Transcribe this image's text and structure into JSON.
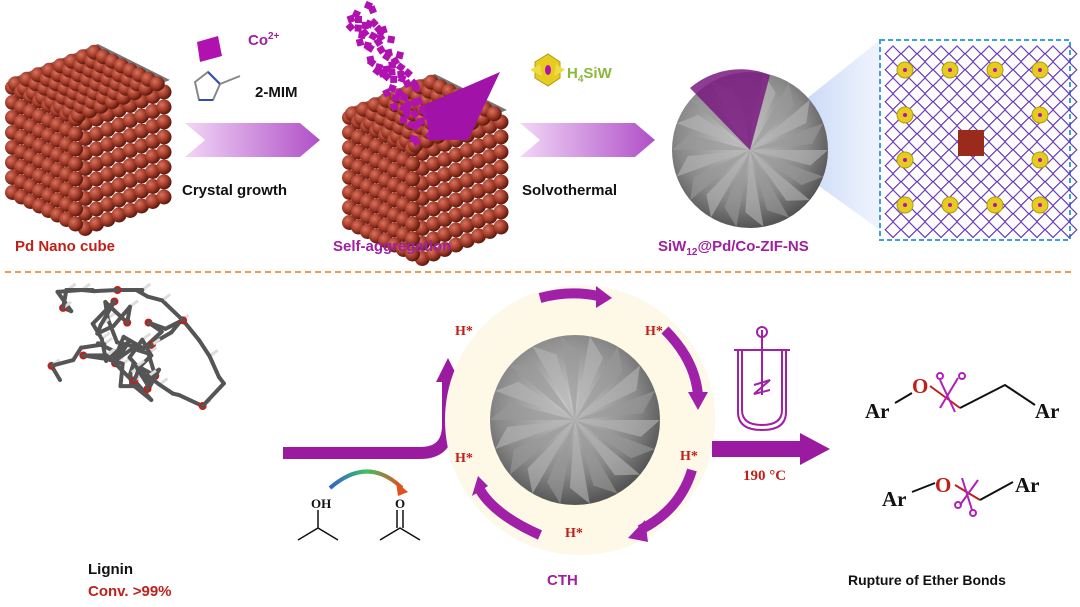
{
  "top": {
    "pd_label": "Pd Nano cube",
    "co_label": "Co",
    "co_charge": "2+",
    "mim_label": "2-MIM",
    "step1_label": "Crystal growth",
    "self_agg_label": "Self-aggregation",
    "hsiw_h": "H",
    "hsiw_sub": "4",
    "hsiw_rest": "SiW",
    "step2_label": "Solvothermal",
    "product_pre": "SiW",
    "product_sub": "12",
    "product_rest": "@Pd/Co-ZIF-NS"
  },
  "bottom": {
    "lignin_label": "Lignin",
    "conversion_label": "Conv. >99%",
    "oh_label": "OH",
    "o_label": "O",
    "h_star": "H*",
    "cth_label": "CTH",
    "temperature_label": "190 °C",
    "ar": "Ar",
    "o_atom": "O",
    "rupture_label": "Rupture of Ether Bonds"
  },
  "colors": {
    "purple": "#a020a0",
    "red": "#c0201a",
    "green": "#8ab83a",
    "orange_dash": "#e8a050"
  }
}
